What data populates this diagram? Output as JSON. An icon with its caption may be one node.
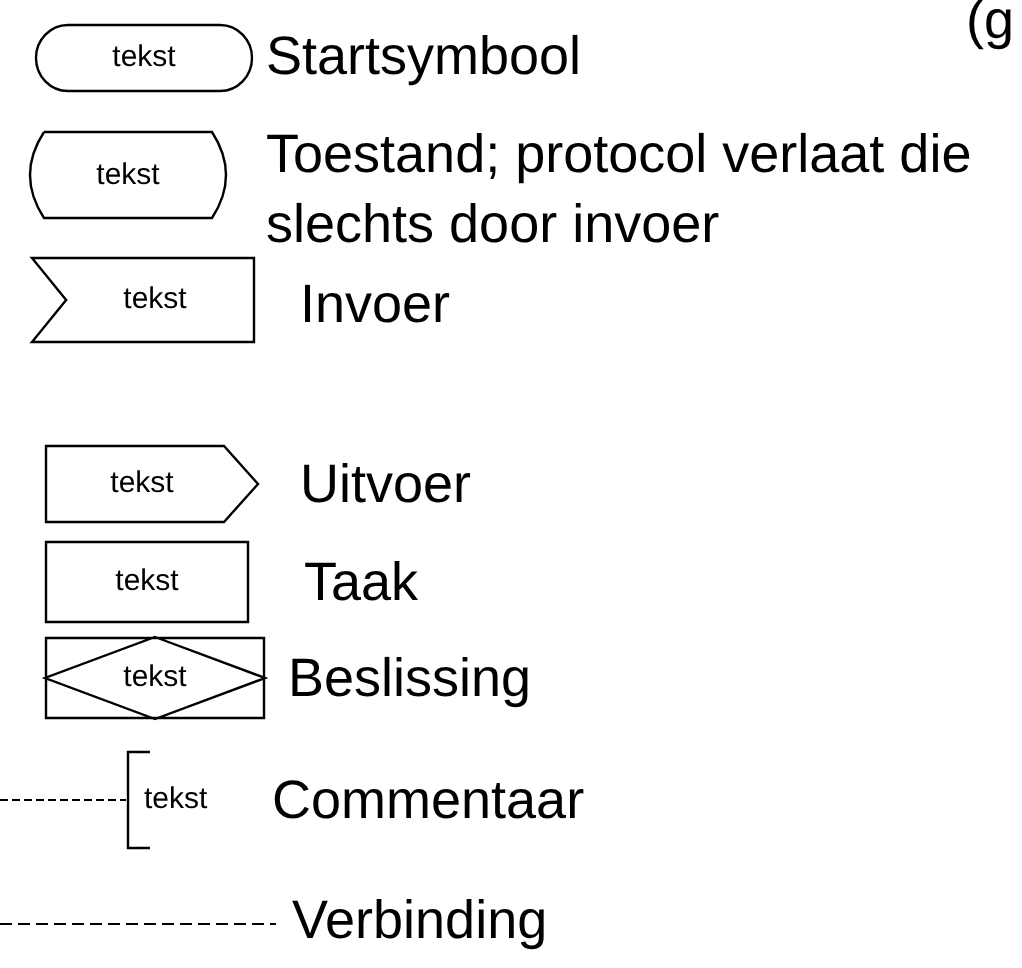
{
  "diagram": {
    "nodes": [
      {
        "text": [
          "tekst"
        ],
        "beside": [
          "Startsymbool"
        ]
      },
      {
        "text": [
          "tekst"
        ],
        "beside": [
          "Toestand; protocol verlaat die slechts door invoer"
        ]
      },
      {
        "text": [
          "tekst"
        ],
        "beside": [
          "Invoer"
        ]
      },
      {
        "text": [
          "tekst"
        ],
        "beside": [
          "Uitvoer"
        ]
      },
      {
        "text": [
          "tekst"
        ],
        "beside": [
          "Taak"
        ]
      },
      {
        "text": [
          "tekst"
        ],
        "beside": [
          "Beslissing"
        ]
      },
      {
        "text": [
          "tekst"
        ],
        "beside": [
          "Commentaar"
        ]
      }
    ],
    "edges": [
      {
        "from": null,
        "to": 6,
        "arrow": "none",
        "style": "dashed"
      }
    ],
    "labels": [
      "(g"
    ],
    "legend": [
      {
        "text": "Verbinding"
      }
    ]
  }
}
